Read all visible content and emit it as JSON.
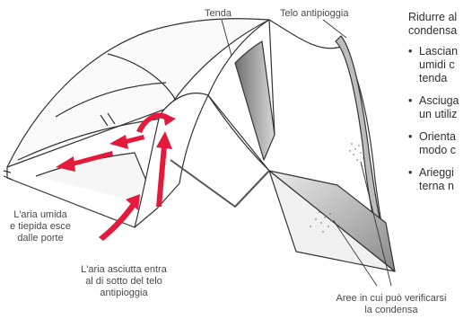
{
  "labels": {
    "tenda": "Tenda",
    "telo_antipioggia": "Telo antipioggia",
    "aria_umida": [
      "L'aria umida",
      "e tiepida esce",
      "dalle porte"
    ],
    "aria_asciutta": [
      "L'aria asciutta entra",
      "al di sotto del telo",
      "antipioggia"
    ],
    "aree_condensa": [
      "Aree in cui può verificarsi",
      "la condensa"
    ]
  },
  "side_text": {
    "intro": [
      "Ridurre al",
      "condensa"
    ],
    "bullets": [
      [
        "Lascian",
        "umidi c",
        "tenda"
      ],
      [
        "Asciuga",
        "un utiliz"
      ],
      [
        "Orienta",
        "modo c"
      ],
      [
        "Arieggi",
        "terna n"
      ]
    ]
  },
  "colors": {
    "arrow": "#e5193c",
    "line": "#333333",
    "shade": "#8c8c8c",
    "text": "#3a3a3a"
  }
}
